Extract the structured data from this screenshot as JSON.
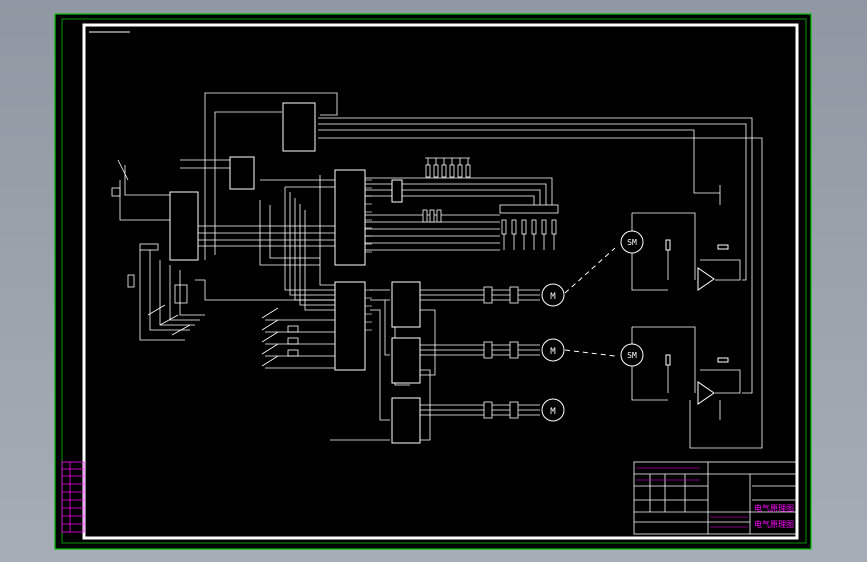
{
  "colors": {
    "background": "#000000",
    "frame": "#ffffff",
    "outer_border": "#00c000",
    "accent": "#ff00ff",
    "viewport": "#9aa3ad"
  },
  "title_block": {
    "drawing_title_1": "电气原理图",
    "drawing_title_2": "电气原理图"
  },
  "components": {
    "motors": [
      {
        "label": "M"
      },
      {
        "label": "M"
      },
      {
        "label": "M"
      }
    ],
    "sensors": [
      {
        "label": "SM"
      },
      {
        "label": "SM"
      }
    ]
  }
}
